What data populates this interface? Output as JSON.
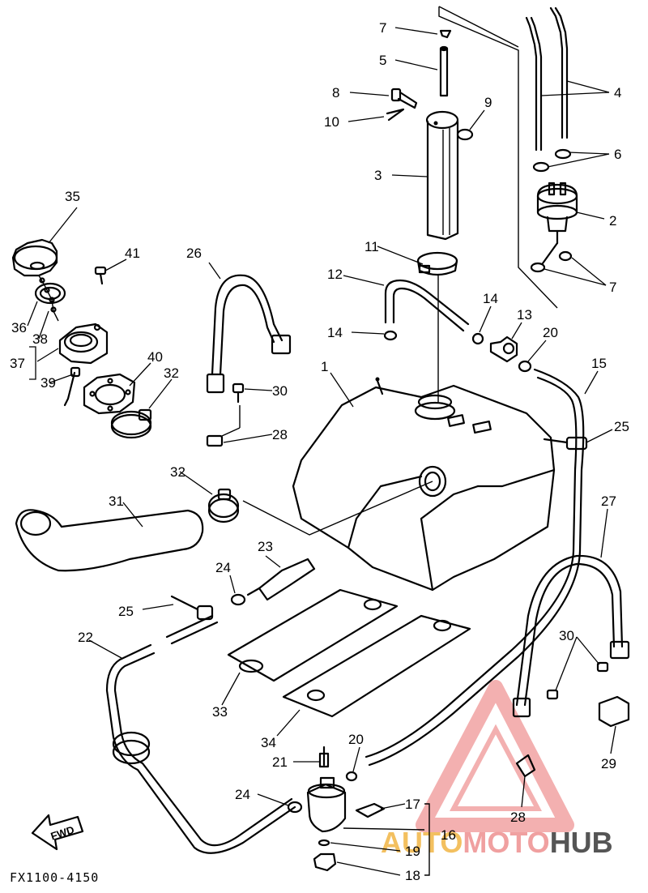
{
  "diagram_id": "FX1100-4150",
  "direction_label": "FWD",
  "watermark": {
    "prefix": "AUTO",
    "middle": "MOTO",
    "suffix": "HUB",
    "color": "#f0a0a0",
    "hub_color": "#444444"
  },
  "callouts": {
    "c1": "1",
    "c2": "2",
    "c3": "3",
    "c4": "4",
    "c5": "5",
    "c6": "6",
    "c7a": "7",
    "c7b": "7",
    "c8": "8",
    "c9": "9",
    "c10": "10",
    "c11": "11",
    "c12": "12",
    "c13": "13",
    "c14a": "14",
    "c14b": "14",
    "c15": "15",
    "c16": "16",
    "c17": "17",
    "c18": "18",
    "c19": "19",
    "c20a": "20",
    "c20b": "20",
    "c21": "21",
    "c22": "22",
    "c23": "23",
    "c24a": "24",
    "c24b": "24",
    "c25a": "25",
    "c25b": "25",
    "c26": "26",
    "c27": "27",
    "c28a": "28",
    "c28b": "28",
    "c29": "29",
    "c30a": "30",
    "c30b": "30",
    "c31": "31",
    "c32a": "32",
    "c32b": "32",
    "c33": "33",
    "c34": "34",
    "c35": "35",
    "c36": "36",
    "c37": "37",
    "c38": "38",
    "c39": "39",
    "c40": "40",
    "c41": "41"
  }
}
